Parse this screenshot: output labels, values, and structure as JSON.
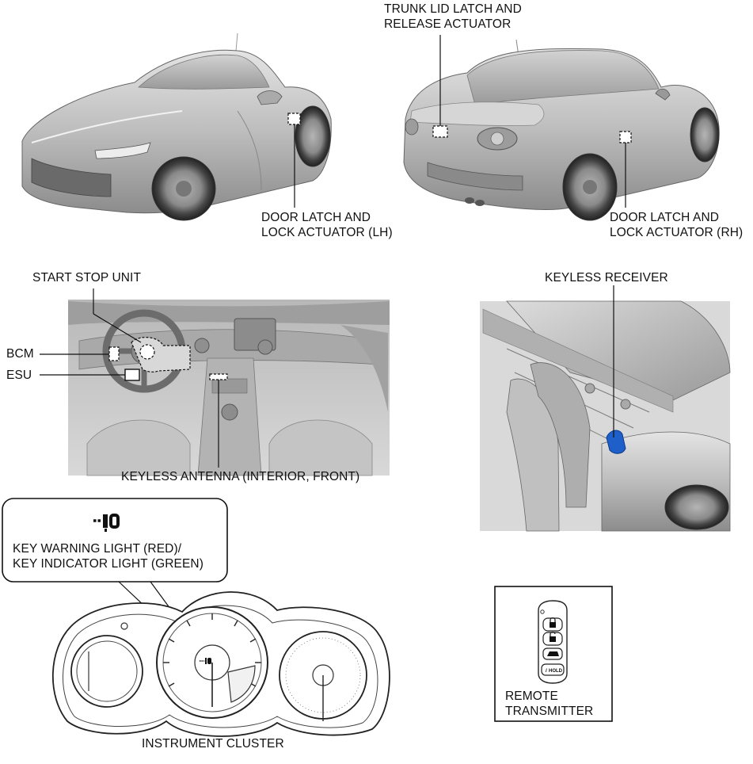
{
  "labels": {
    "trunk_actuator_l1": "TRUNK LID LATCH AND",
    "trunk_actuator_l2": "RELEASE ACTUATOR",
    "door_lh_l1": "DOOR LATCH AND",
    "door_lh_l2": "LOCK ACTUATOR (LH)",
    "door_rh_l1": "DOOR LATCH AND",
    "door_rh_l2": "LOCK ACTUATOR (RH)",
    "start_stop_unit": "START STOP UNIT",
    "bcm": "BCM",
    "esu": "ESU",
    "keyless_antenna": "KEYLESS ANTENNA (INTERIOR, FRONT)",
    "keyless_receiver": "KEYLESS RECEIVER",
    "key_light_l1": "KEY WARNING LIGHT (RED)/",
    "key_light_l2": "KEY INDICATOR LIGHT (GREEN)",
    "instrument_cluster": "INSTRUMENT CLUSTER",
    "remote_l1": "REMOTE",
    "remote_l2": "TRANSMITTER",
    "remote_hold_button": "HOLD"
  },
  "colors": {
    "receiver_highlight": "#1f5fc9",
    "car_body": "#c9c9c9"
  },
  "icons": {
    "key_indicator": "key-indicator-icon"
  }
}
